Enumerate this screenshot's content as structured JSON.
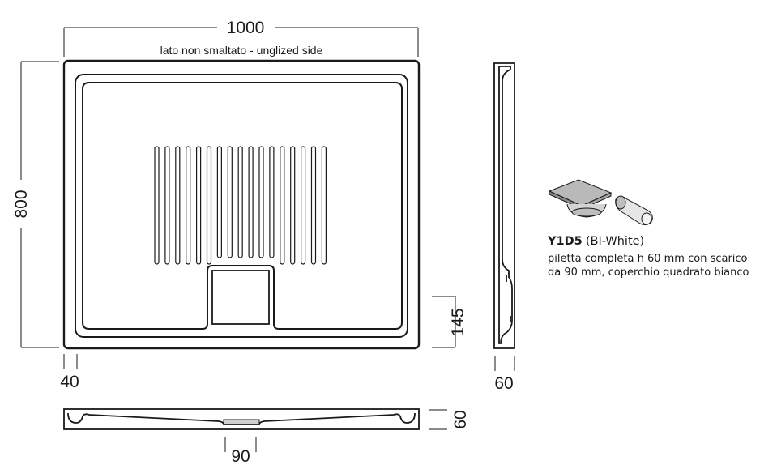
{
  "dimensions": {
    "width": "1000",
    "depth": "800",
    "rim": "40",
    "drain_offset": "145",
    "side_height": "60",
    "front_height": "60",
    "drain_width": "90"
  },
  "note": "lato non smaltato - unglized side",
  "product": {
    "code": "Y1D5",
    "color": "(BI-White)",
    "description_lines": [
      "piletta completa h 60 mm con scarico",
      "da 90 mm, coperchio quadrato bianco"
    ]
  },
  "icons": {
    "waste_kit": "drain-waste-kit-icon"
  },
  "colors": {
    "line": "#1a1a1a",
    "fill": "#ffffff",
    "shade": "#cfcfcf"
  }
}
